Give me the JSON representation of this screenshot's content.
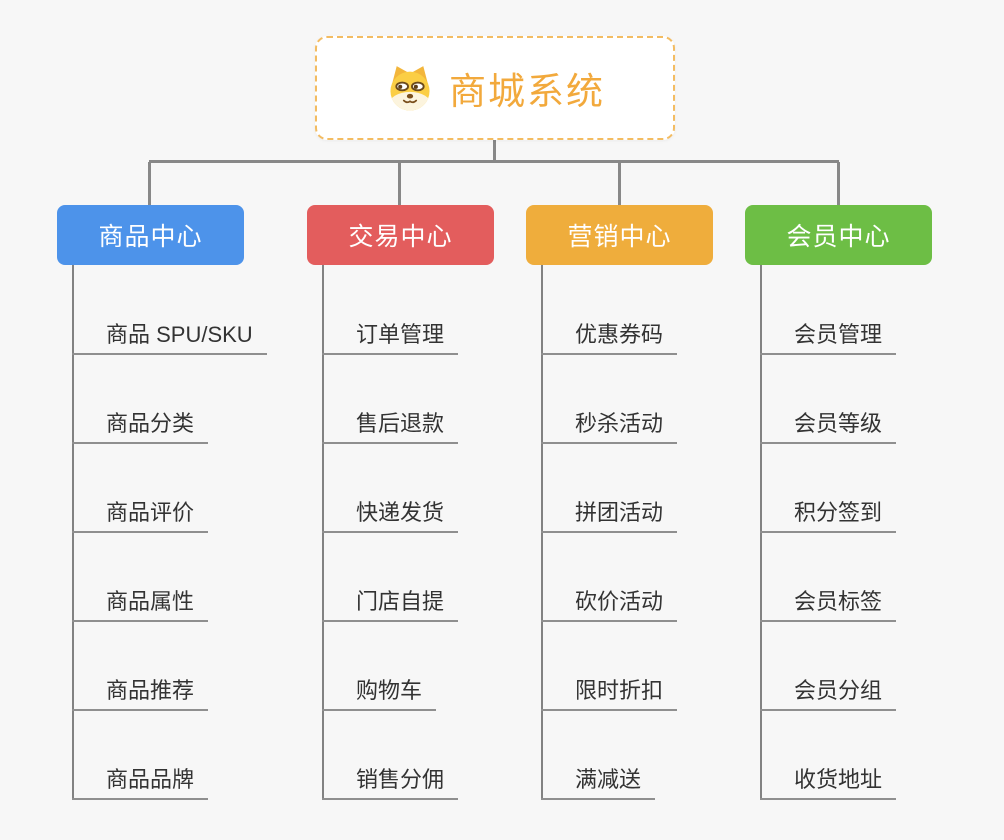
{
  "root": {
    "label": "商城系统",
    "icon": "dog-face-icon"
  },
  "branches": [
    {
      "label": "商品中心",
      "color": "#4D93EA",
      "children": [
        "商品 SPU/SKU",
        "商品分类",
        "商品评价",
        "商品属性",
        "商品推荐",
        "商品品牌"
      ]
    },
    {
      "label": "交易中心",
      "color": "#E35D5D",
      "children": [
        "订单管理",
        "售后退款",
        "快递发货",
        "门店自提",
        "购物车",
        "销售分佣"
      ]
    },
    {
      "label": "营销中心",
      "color": "#EFAD3C",
      "children": [
        "优惠券码",
        "秒杀活动",
        "拼团活动",
        "砍价活动",
        "限时折扣",
        "满减送"
      ]
    },
    {
      "label": "会员中心",
      "color": "#6DBE45",
      "children": [
        "会员管理",
        "会员等级",
        "积分签到",
        "会员标签",
        "会员分组",
        "收货地址"
      ]
    }
  ],
  "colors": {
    "background": "#F7F7F7",
    "root_text": "#F2A93C",
    "root_border": "#F3BC62",
    "connector": "#888888",
    "underline": "#8F8F8F",
    "item_text": "#333333"
  }
}
